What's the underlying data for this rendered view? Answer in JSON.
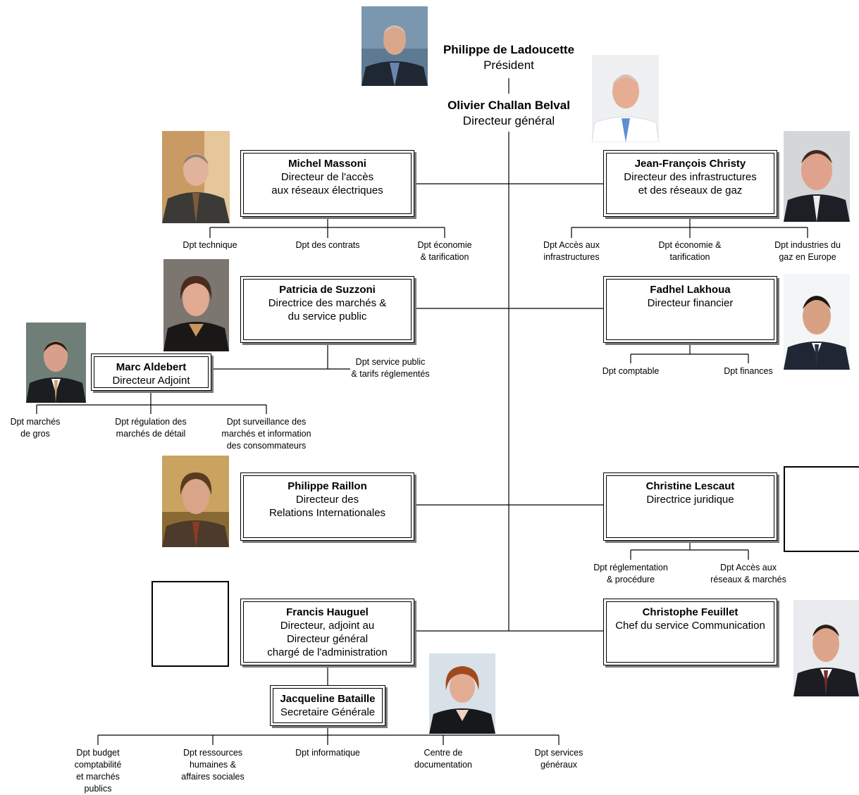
{
  "top": {
    "president_name": "Philippe de Ladoucette",
    "president_title": "Président",
    "dg_name": "Olivier Challan Belval",
    "dg_title": "Directeur général"
  },
  "boxes": {
    "massoni": {
      "name": "Michel Massoni",
      "line1": "Directeur de l'accès",
      "line2": "aux réseaux électriques"
    },
    "christy": {
      "name": "Jean-François Christy",
      "line1": "Directeur des infrastructures",
      "line2": "et des réseaux de gaz"
    },
    "suzzoni": {
      "name": "Patricia de Suzzoni",
      "line1": "Directrice des marchés &",
      "line2": "du service public"
    },
    "lakhoua": {
      "name": "Fadhel Lakhoua",
      "line1": "Directeur financier"
    },
    "aldebert": {
      "name": "Marc Aldebert",
      "line1": "Directeur Adjoint"
    },
    "raillon": {
      "name": "Philippe Raillon",
      "line1": "Directeur des",
      "line2": "Relations Internationales"
    },
    "lescaut": {
      "name": "Christine Lescaut",
      "line1": "Directrice juridique"
    },
    "hauguel": {
      "name": "Francis Hauguel",
      "line1": "Directeur, adjoint au",
      "line2": "Directeur général",
      "line3": "chargé de l'administration"
    },
    "feuillet": {
      "name": "Christophe Feuillet",
      "line1": "Chef du service Communication"
    },
    "bataille": {
      "name": "Jacqueline Bataille",
      "line1": "Secretaire Générale"
    }
  },
  "departments": {
    "massoni": [
      [
        "Dpt technique"
      ],
      [
        "Dpt des contrats"
      ],
      [
        "Dpt économie",
        "& tarification"
      ]
    ],
    "christy": [
      [
        "Dpt Accès aux",
        "infrastructures"
      ],
      [
        "Dpt économie &",
        "tarification"
      ],
      [
        "Dpt industries du",
        "gaz en Europe"
      ]
    ],
    "suzzoni": [
      [
        "Dpt service public",
        "& tarifs réglementés"
      ]
    ],
    "lakhoua": [
      [
        "Dpt comptable"
      ],
      [
        "Dpt finances"
      ]
    ],
    "aldebert": [
      [
        "Dpt marchés",
        "de gros"
      ],
      [
        "Dpt régulation des",
        "marchés de détail"
      ],
      [
        "Dpt surveillance des",
        "marchés et information",
        "des consommateurs"
      ]
    ],
    "lescaut": [
      [
        "Dpt réglementation",
        "& procédure"
      ],
      [
        "Dpt Accès aux",
        "réseaux & marchés"
      ]
    ],
    "bataille": [
      [
        "Dpt budget",
        "comptabilité",
        "et marchés",
        "publics"
      ],
      [
        "Dpt ressources",
        "humaines &",
        "affaires sociales"
      ],
      [
        "Dpt informatique"
      ],
      [
        "Centre de",
        "documentation"
      ],
      [
        "Dpt services",
        "généraux"
      ]
    ]
  },
  "photos": {
    "president": "portrait-photo",
    "dg": "portrait-photo",
    "massoni": "portrait-photo",
    "christy": "portrait-photo",
    "suzzoni": "portrait-photo",
    "lakhoua": "portrait-photo",
    "aldebert": "portrait-photo",
    "raillon": "portrait-photo",
    "bataille": "portrait-photo",
    "feuillet": "portrait-photo"
  },
  "colors": {
    "line": "#000000",
    "shadow": "#7a7a7a"
  }
}
